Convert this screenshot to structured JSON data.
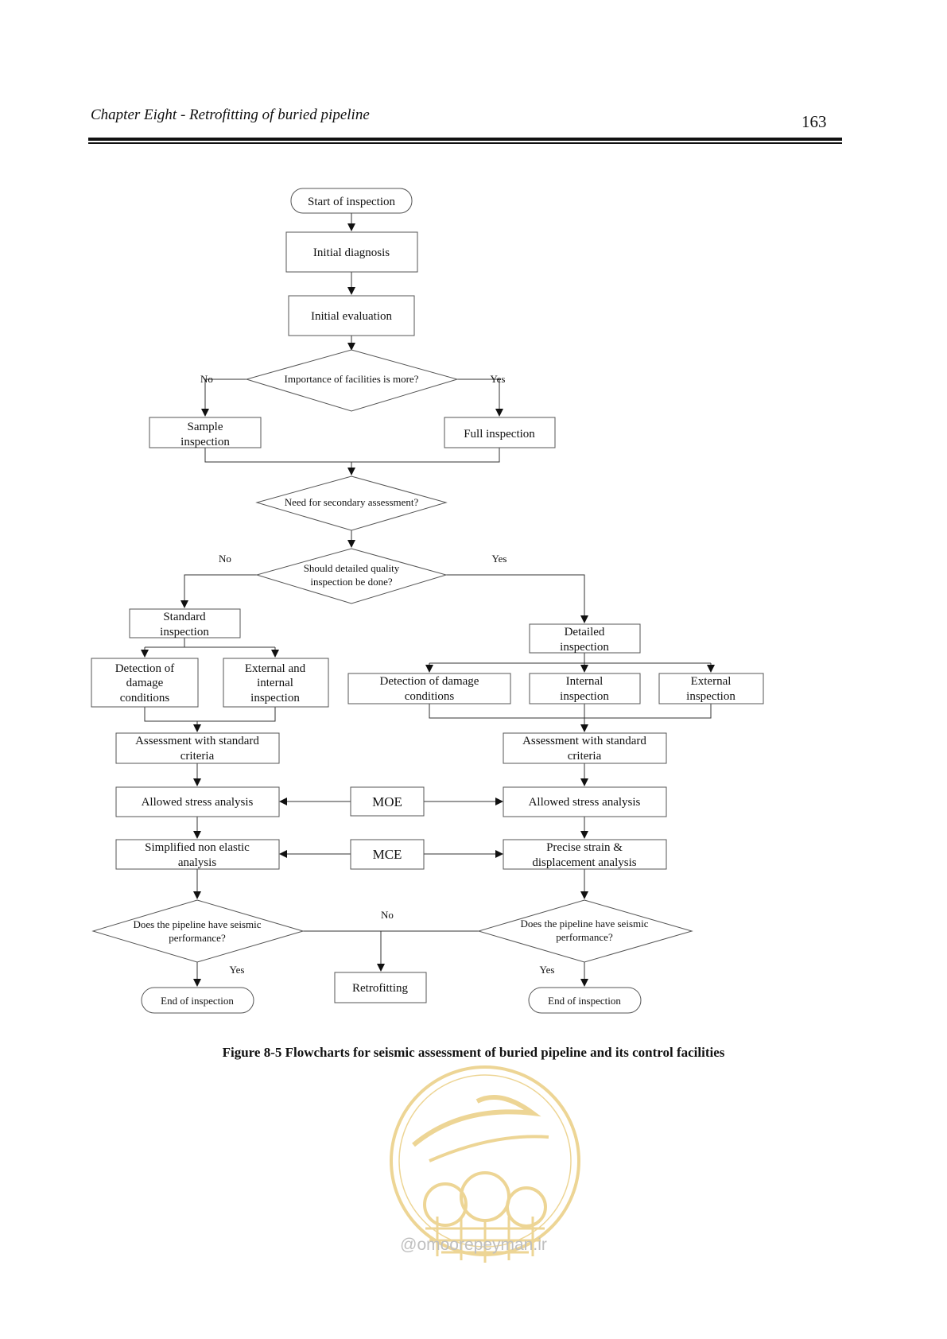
{
  "header": {
    "title": "Chapter Eight - Retrofitting of buried pipeline",
    "page_number": "163"
  },
  "nodes": {
    "start": "Start of inspection",
    "initial_diagnosis": "Initial diagnosis",
    "initial_evaluation": "Initial evaluation",
    "importance_decision": "Importance of facilities is more?",
    "sample_inspection": [
      "Sample",
      "inspection"
    ],
    "full_inspection": "Full inspection",
    "secondary_decision": "Need for secondary assessment?",
    "quality_decision": [
      "Should detailed quality",
      "inspection be done?"
    ],
    "standard_inspection": [
      "Standard",
      "inspection"
    ],
    "detailed_inspection": [
      "Detailed",
      "inspection"
    ],
    "left_detection": [
      "Detection of",
      "damage",
      "conditions"
    ],
    "left_ext_int": [
      "External and",
      "internal",
      "inspection"
    ],
    "right_detection": [
      "Detection of damage",
      "conditions"
    ],
    "right_internal": [
      "Internal",
      "inspection"
    ],
    "right_external": [
      "External",
      "inspection"
    ],
    "left_assessment": [
      "Assessment with standard",
      "criteria"
    ],
    "right_assessment": [
      "Assessment with standard",
      "criteria"
    ],
    "left_allowed": "Allowed stress analysis",
    "right_allowed": "Allowed stress analysis",
    "moe": "MOE",
    "mce": "MCE",
    "left_simplified": [
      "Simplified non elastic",
      "analysis"
    ],
    "right_precise": [
      "Precise strain &",
      "displacement analysis"
    ],
    "left_performance": [
      "Does the pipeline have seismic",
      "performance?"
    ],
    "right_performance": [
      "Does the pipeline have seismic",
      "performance?"
    ],
    "retrofitting": "Retrofitting",
    "left_end": "End of inspection",
    "right_end": "End of inspection"
  },
  "labels": {
    "no_1": "No",
    "yes_1": "Yes",
    "no_2": "No",
    "yes_2": "Yes",
    "no_3": "No",
    "yes_left": "Yes",
    "yes_right": "Yes"
  },
  "caption": "Figure 8-5 Flowcharts for seismic assessment of buried pipeline and its control facilities",
  "watermark": {
    "text": "@omoorepeyman.ir",
    "color": "#e8c872"
  }
}
